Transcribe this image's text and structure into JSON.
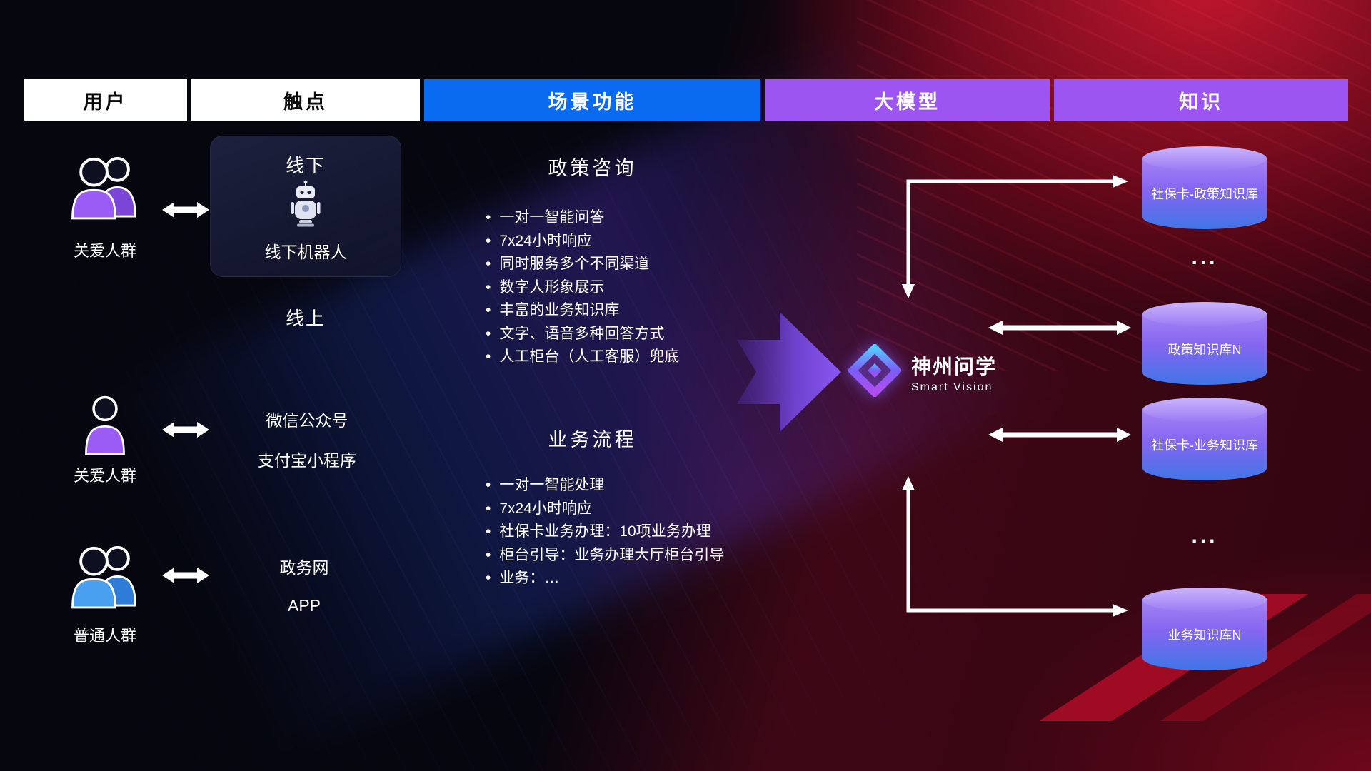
{
  "header": {
    "columns": [
      {
        "label": "用户"
      },
      {
        "label": "触点"
      },
      {
        "label": "场景功能"
      },
      {
        "label": "大模型"
      },
      {
        "label": "知识"
      }
    ]
  },
  "users": [
    {
      "label": "关爱人群"
    },
    {
      "label": "关爱人群"
    },
    {
      "label": "普通人群"
    }
  ],
  "touchpoints": {
    "offline_title": "线下",
    "offline_robot": "线下机器人",
    "online_title": "线上",
    "channel_wechat": "微信公众号",
    "channel_alipay": "支付宝小程序",
    "channel_gov": "政务网",
    "channel_app": "APP"
  },
  "scenarios": [
    {
      "title": "政策咨询",
      "items": [
        "一对一智能问答",
        "7x24小时响应",
        "同时服务多个不同渠道",
        "数字人形象展示",
        "丰富的业务知识库",
        "文字、语音多种回答方式",
        "人工柜台（人工客服）兜底"
      ]
    },
    {
      "title": "业务流程",
      "items": [
        "一对一智能处理",
        "7x24小时响应",
        "社保卡业务办理：10项业务办理",
        "柜台引导：业务办理大厅柜台引导",
        "业务：…"
      ]
    }
  ],
  "model": {
    "name": "神州问学",
    "subtitle": "Smart Vision"
  },
  "knowledge": {
    "items": [
      {
        "label": "社保卡-政策知识库"
      },
      {
        "label": "政策知识库N"
      },
      {
        "label": "社保卡-业务知识库"
      },
      {
        "label": "业务知识库N"
      }
    ],
    "ellipsis": "..."
  },
  "colors": {
    "scene_blue": "#0a6af0",
    "model_purple": "#9d55f2",
    "cylinder_top": "#cbb4fb",
    "cylinder_body_top": "#a583f6",
    "cylinder_body_bottom": "#4076e8",
    "user_purple": "#9b5cf6",
    "user_blue": "#4aa0f0",
    "arrow_white": "#ffffff",
    "big_arrow_purple": "#7c4df0",
    "bg_red": "#b01030"
  }
}
